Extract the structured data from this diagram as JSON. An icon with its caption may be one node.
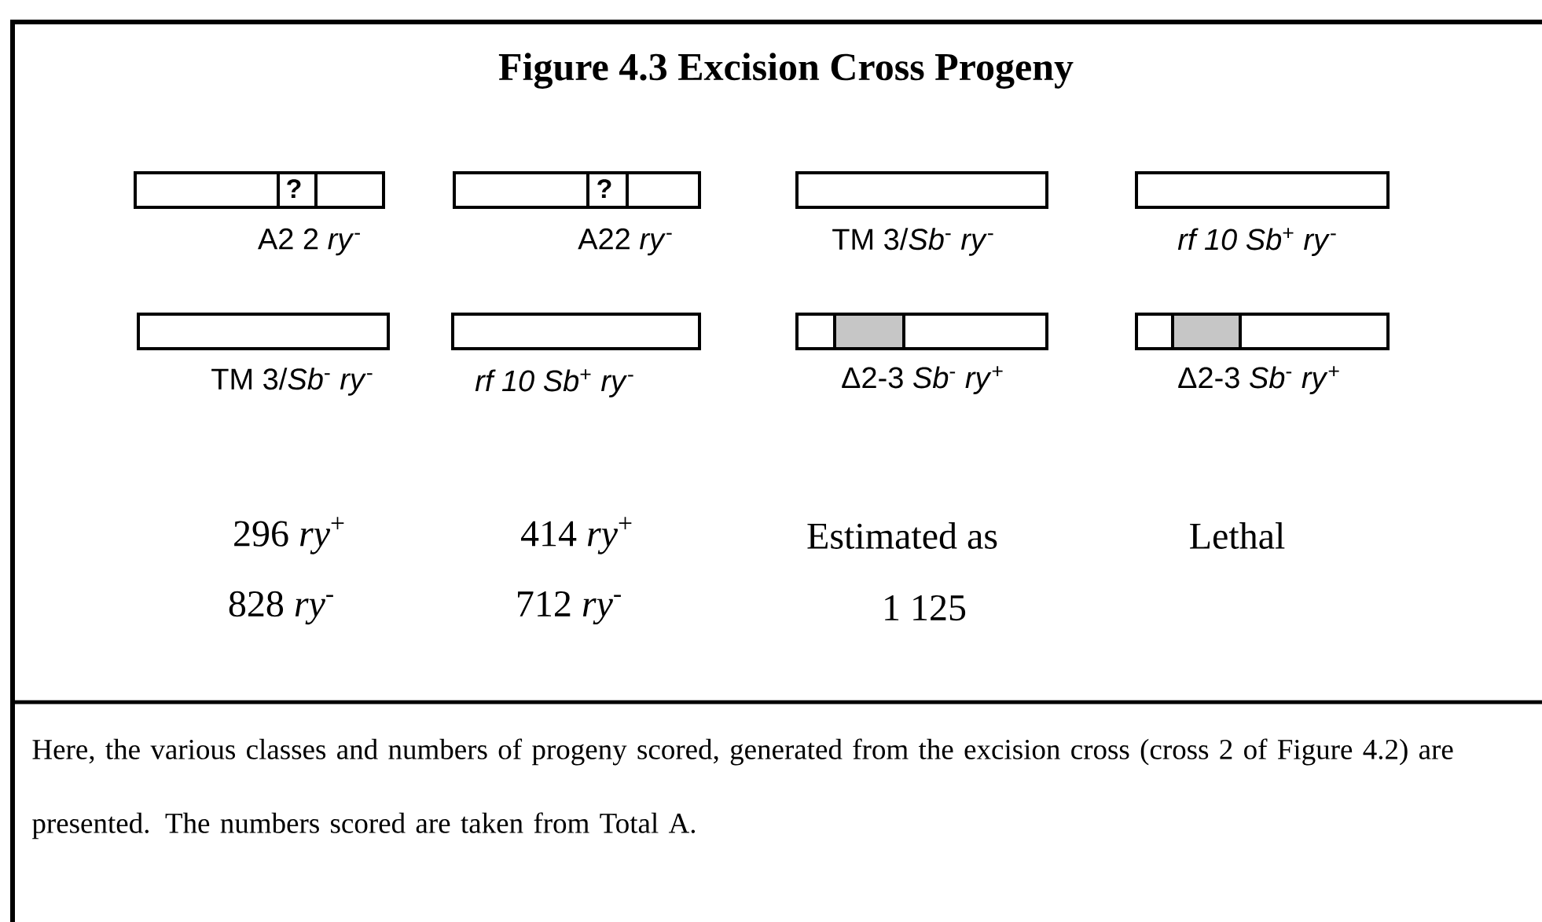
{
  "diagram": {
    "title": "Figure 4.3 Excision Cross Progeny",
    "nodes": [
      {
        "text": [
          "?"
        ],
        "beside": [
          "A2 2 *ry*$^{-}$"
        ]
      },
      {
        "text": [
          "?"
        ],
        "beside": [
          "A22 *ry*$^{-}$"
        ]
      },
      {
        "text": [],
        "shape": "bar",
        "beside": [
          "TM 3/*Sb*$^{-}$ *ry*$^{-}$"
        ]
      },
      {
        "text": [],
        "shape": "bar",
        "beside": [
          "*rf 10 Sb*$^{+}$ *ry*$^{-}$"
        ]
      },
      {
        "text": [],
        "shape": "bar",
        "beside": [
          "TM 3/*Sb*$^{-}$ *ry*$^{-}$"
        ]
      },
      {
        "text": [],
        "shape": "bar",
        "beside": [
          "*rf 10 Sb*$^{+}$ *ry*$^{-}$"
        ]
      },
      {
        "text": [],
        "shape": "bar",
        "beside": [
          "Δ2-3 *Sb*$^{-}$ *ry*$^{+}$"
        ]
      },
      {
        "text": [],
        "shape": "bar",
        "beside": [
          "Δ2-3 *Sb*$^{-}$ *ry*$^{+}$"
        ]
      }
    ],
    "labels": [
      "296 *ry*$^{+}$",
      "414 *ry*$^{+}$",
      "Estimated as",
      "Lethal",
      "828 *ry*$^{-}$",
      "712 *ry*$^{-}$",
      "1 125"
    ],
    "caption": "Here, the various classes and numbers of progeny scored, generated from the excision cross (cross 2 of Figure 4.2) are presented. The numbers scored are taken from Total A."
  }
}
